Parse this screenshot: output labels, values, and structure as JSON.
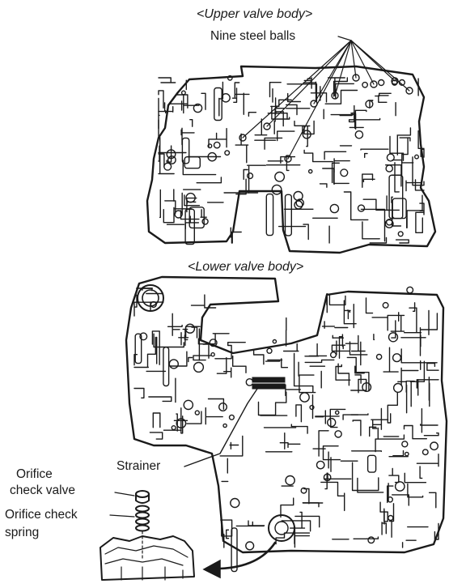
{
  "labels": {
    "upper_title": "<Upper valve body>",
    "nine_balls": "Nine steel balls",
    "lower_title": "<Lower valve body>",
    "strainer": "Strainer",
    "orifice_valve_line1": "Orifice",
    "orifice_valve_line2": "check valve",
    "orifice_spring_line1": "Orifice check",
    "orifice_spring_line2": "spring"
  },
  "colors": {
    "ink": "#1a1a1a",
    "paper": "#ffffff"
  }
}
